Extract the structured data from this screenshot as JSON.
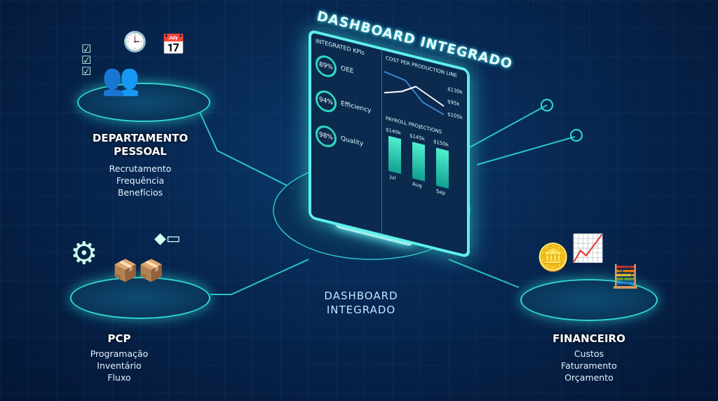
{
  "center": {
    "monitor_title": "DASHBOARD INTEGRADO",
    "label_line1": "DASHBOARD",
    "label_line2": "INTEGRADO"
  },
  "kpis": {
    "title": "INTEGRATED KPIs",
    "items": [
      {
        "value": "89%",
        "label": "OEE"
      },
      {
        "value": "94%",
        "label": "Efficiency"
      },
      {
        "value": "98%",
        "label": "Quality"
      }
    ]
  },
  "cost": {
    "title": "COST PER PRODUCTION LINE",
    "values": [
      "$130k",
      "$95k",
      "$105k"
    ]
  },
  "payroll": {
    "title": "PAYROLL PROJECTIONS",
    "bars": [
      {
        "value": "$140k",
        "month": "Jul"
      },
      {
        "value": "$145k",
        "month": "Aug"
      },
      {
        "value": "$150k",
        "month": "Sep"
      }
    ]
  },
  "nodes": {
    "dp": {
      "title1": "DEPARTAMENTO",
      "title2": "PESSOAL",
      "items": [
        "Recrutamento",
        "Frequência",
        "Benefícios"
      ]
    },
    "pcp": {
      "title": "PCP",
      "items": [
        "Programação",
        "Inventário",
        "Fluxo"
      ]
    },
    "fin": {
      "title": "FINANCEIRO",
      "items": [
        "Custos",
        "Faturamento",
        "Orçamento"
      ]
    }
  },
  "colors": {
    "accent": "#2fd6d0",
    "background": "#072650"
  }
}
